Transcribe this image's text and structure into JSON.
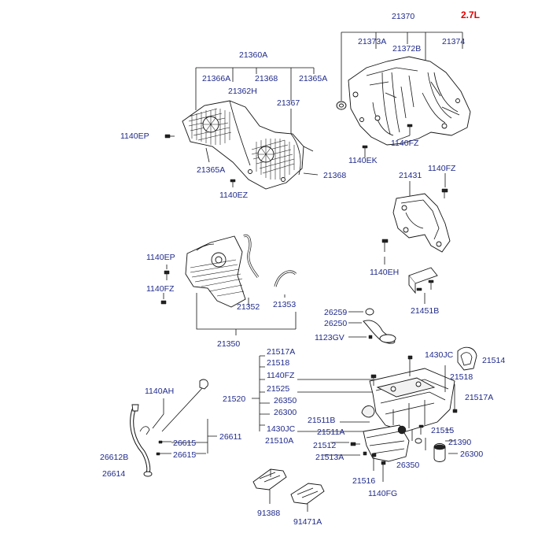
{
  "engine_label": "2.7L",
  "parts": {
    "p21370": "21370",
    "p21373A": "21373A",
    "p21372B": "21372B",
    "p21374": "21374",
    "p21360A": "21360A",
    "p21366A": "21366A",
    "p21368_top": "21368",
    "p21365A_top": "21365A",
    "p21362H": "21362H",
    "p21367": "21367",
    "p1140EP_top": "1140EP",
    "p21365A_bot": "21365A",
    "p1140EZ": "1140EZ",
    "p21368_bot": "21368",
    "p1140FZ_top": "1140FZ",
    "p1140EK": "1140EK",
    "p21431": "21431",
    "p1140FZ_right": "1140FZ",
    "p1140EH": "1140EH",
    "p21451B": "21451B",
    "p1140EP_mid": "1140EP",
    "p1140FZ_mid": "1140FZ",
    "p21352": "21352",
    "p21353": "21353",
    "p21350": "21350",
    "p26259": "26259",
    "p26250": "26250",
    "p1123GV": "1123GV",
    "p21517A_left": "21517A",
    "p21518_left": "21518",
    "p1140FZ_pan": "1140FZ",
    "p21520": "21520",
    "p21525": "21525",
    "p26350_left": "26350",
    "p26300_left": "26300",
    "p21511B": "21511B",
    "p1430JC_left": "1430JC",
    "p21510A": "21510A",
    "p1430JC_right": "1430JC",
    "p21514": "21514",
    "p21518_right": "21518",
    "p21517A_right": "21517A",
    "p21511A": "21511A",
    "p21515": "21515",
    "p21390": "21390",
    "p21512": "21512",
    "p21513A": "21513A",
    "p26300_right": "26300",
    "p26350_right": "26350",
    "p21516": "21516",
    "p1140FG": "1140FG",
    "p1140AH": "1140AH",
    "p26611": "26611",
    "p26615_a": "26615",
    "p26615_b": "26615",
    "p26612B": "26612B",
    "p26614": "26614",
    "p91388": "91388",
    "p91471A": "91471A"
  }
}
